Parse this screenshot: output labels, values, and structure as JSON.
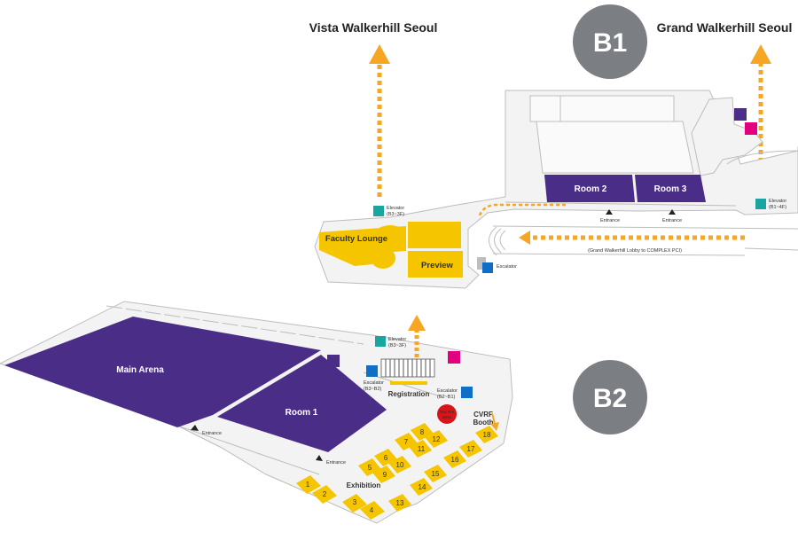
{
  "titles": {
    "vista": "Vista Walkerhill Seoul",
    "grand": "Grand Walkerhill Seoul"
  },
  "floors": {
    "b1": "B1",
    "b2": "B2"
  },
  "b1": {
    "room2": "Room 2",
    "room3": "Room 3",
    "faculty_lounge": "Faculty Lounge",
    "preview": "Preview",
    "elevator_label": "Elevator",
    "elevator_left_range": "(B3~3F)",
    "elevator_right_range": "(B1~4F)",
    "entrance": "Entrance",
    "escalator": "Escalator",
    "route_note": "(Grand Walkerhill Lobby to COMPLEX PCI)"
  },
  "b2": {
    "main_arena": "Main Arena",
    "room1": "Room 1",
    "elevator_label": "Elevator",
    "elevator_range": "(B3~3F)",
    "escalator_left_label": "Escalator",
    "escalator_left_range": "(B3~B2)",
    "escalator_right_label": "Escalator",
    "escalator_right_range": "(B2~B1)",
    "registration": "Registration",
    "you_are_here_1": "You Are",
    "you_are_here_2": "Here",
    "cvrf_line1": "CVRF",
    "cvrf_line2": "Booth",
    "entrance": "Entrance",
    "exhibition": "Exhibition",
    "booths": [
      "1",
      "2",
      "3",
      "4",
      "5",
      "6",
      "7",
      "8",
      "9",
      "10",
      "11",
      "12",
      "13",
      "14",
      "15",
      "16",
      "17",
      "18"
    ]
  },
  "colors": {
    "purple": "#4a2d86",
    "gold": "#f5c500",
    "floor": "#f3f3f3",
    "outline": "#bdbdbd",
    "arrow": "#f6a623",
    "badge": "#7b7f83",
    "teal": "#1aa6a0",
    "magenta": "#e3007f",
    "blue": "#0f6fc6"
  }
}
